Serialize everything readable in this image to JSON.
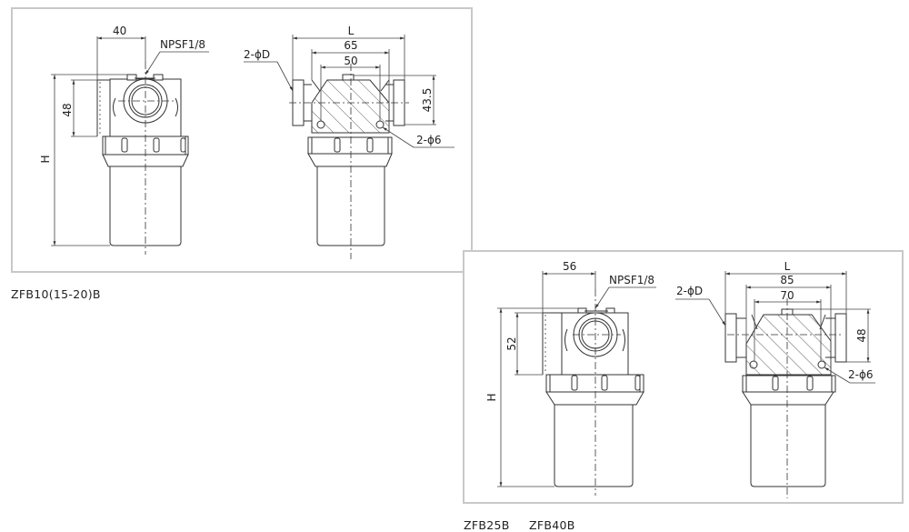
{
  "figure1": {
    "caption": "ZFB10(15-20)B",
    "side_view": {
      "dim_width": "40",
      "dim_height_head": "48",
      "dim_total_height": "H",
      "port_label": "NPSF1/8"
    },
    "front_view": {
      "dim_L": "L",
      "dim_outer": "65",
      "dim_inner": "50",
      "dim_height": "43.5",
      "flange_label": "2-ϕD",
      "hole_label": "2-ϕ6"
    }
  },
  "figure2": {
    "caption": "ZFB25B     ZFB40B",
    "side_view": {
      "dim_width": "56",
      "dim_height_head": "52",
      "dim_total_height": "H",
      "port_label": "NPSF1/8"
    },
    "front_view": {
      "dim_L": "L",
      "dim_outer": "85",
      "dim_inner": "70",
      "dim_height": "48",
      "flange_label": "2-ϕD",
      "hole_label": "2-ϕ6"
    }
  }
}
